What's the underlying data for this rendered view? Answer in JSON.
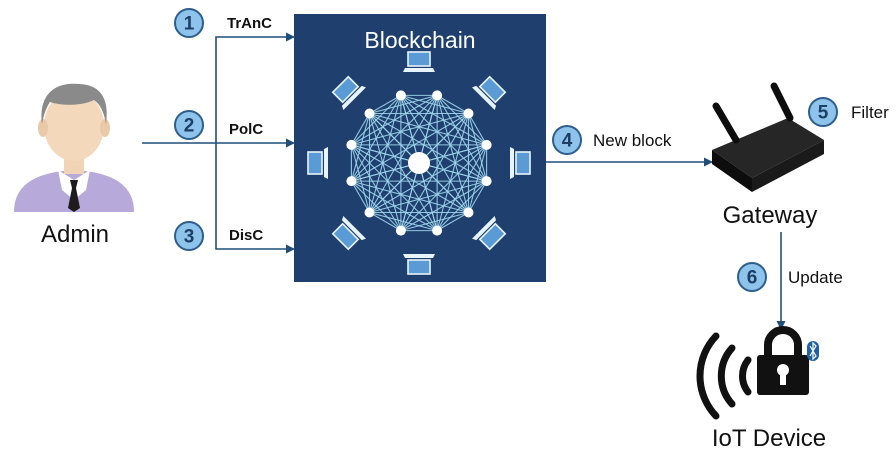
{
  "admin": {
    "label": "Admin",
    "icon": "admin-user-icon"
  },
  "blockchain": {
    "title": "Blockchain",
    "bg_color": "#1f3f6e",
    "icon": "network-laptop-icon"
  },
  "steps": [
    {
      "number": "1",
      "label": "TrAnC"
    },
    {
      "number": "2",
      "label": "PolC"
    },
    {
      "number": "3",
      "label": "DisC"
    },
    {
      "number": "4",
      "label": "New block"
    },
    {
      "number": "5",
      "label": "Filter"
    },
    {
      "number": "6",
      "label": "Update"
    }
  ],
  "gateway": {
    "label": "Gateway",
    "icon": "router-icon"
  },
  "iot": {
    "label": "IoT Device",
    "icon": "padlock-icon",
    "extra_icons": [
      "wifi-signal-icon",
      "bluetooth-icon"
    ]
  },
  "colors": {
    "arrow": "#1f4e79",
    "badge_fill": "#8ec3ec",
    "badge_stroke": "#2d5e8c",
    "mesh": "#9fd6ee"
  }
}
